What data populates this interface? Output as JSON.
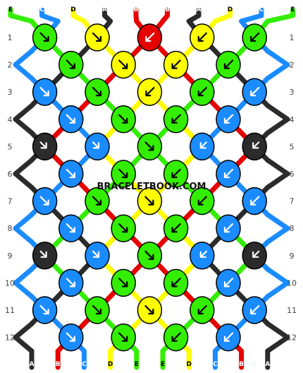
{
  "watermark": "BRACELETBOOK.COM",
  "colors": {
    "A": "#2b2b2b",
    "B": "#e60000",
    "C": "#1a8cff",
    "D": "#ffff00",
    "E": "#33ee00"
  },
  "top_strings": [
    "E",
    "C",
    "D",
    "A",
    "B",
    "B",
    "A",
    "D",
    "C",
    "E"
  ],
  "bottom_strings": [
    "A",
    "B",
    "C",
    "D",
    "E",
    "E",
    "D",
    "C",
    "B",
    "A"
  ],
  "row_labels": [
    "1",
    "2",
    "3",
    "4",
    "5",
    "6",
    "7",
    "8",
    "9",
    "10",
    "11",
    "12"
  ],
  "knot_rows": [
    {
      "knots": [
        {
          "c": "E",
          "k": "f"
        },
        {
          "c": "D",
          "k": "f"
        },
        {
          "c": "B",
          "k": "b"
        },
        {
          "c": "D",
          "k": "b"
        },
        {
          "c": "E",
          "k": "b"
        }
      ]
    },
    {
      "knots": [
        {
          "c": "E",
          "k": "f"
        },
        {
          "c": "D",
          "k": "f"
        },
        {
          "c": "D",
          "k": "b"
        },
        {
          "c": "E",
          "k": "b"
        }
      ]
    },
    {
      "knots": [
        {
          "c": "C",
          "k": "f"
        },
        {
          "c": "E",
          "k": "f"
        },
        {
          "c": "D",
          "k": "b"
        },
        {
          "c": "E",
          "k": "b"
        },
        {
          "c": "C",
          "k": "b"
        }
      ]
    },
    {
      "knots": [
        {
          "c": "C",
          "k": "f"
        },
        {
          "c": "E",
          "k": "f"
        },
        {
          "c": "E",
          "k": "b"
        },
        {
          "c": "C",
          "k": "b"
        }
      ]
    },
    {
      "knots": [
        {
          "c": "A",
          "k": "fb"
        },
        {
          "c": "C",
          "k": "fb"
        },
        {
          "c": "E",
          "k": "f"
        },
        {
          "c": "C",
          "k": "bf"
        },
        {
          "c": "A",
          "k": "bf"
        }
      ]
    },
    {
      "knots": [
        {
          "c": "C",
          "k": "f"
        },
        {
          "c": "E",
          "k": "f"
        },
        {
          "c": "E",
          "k": "b"
        },
        {
          "c": "C",
          "k": "b"
        }
      ]
    },
    {
      "knots": [
        {
          "c": "C",
          "k": "f"
        },
        {
          "c": "E",
          "k": "f"
        },
        {
          "c": "D",
          "k": "f"
        },
        {
          "c": "E",
          "k": "b"
        },
        {
          "c": "C",
          "k": "b"
        }
      ]
    },
    {
      "knots": [
        {
          "c": "C",
          "k": "f"
        },
        {
          "c": "E",
          "k": "f"
        },
        {
          "c": "E",
          "k": "b"
        },
        {
          "c": "C",
          "k": "b"
        }
      ]
    },
    {
      "knots": [
        {
          "c": "A",
          "k": "fb"
        },
        {
          "c": "C",
          "k": "fb"
        },
        {
          "c": "E",
          "k": "f"
        },
        {
          "c": "C",
          "k": "bf"
        },
        {
          "c": "A",
          "k": "bf"
        }
      ]
    },
    {
      "knots": [
        {
          "c": "C",
          "k": "f"
        },
        {
          "c": "E",
          "k": "f"
        },
        {
          "c": "E",
          "k": "b"
        },
        {
          "c": "C",
          "k": "b"
        }
      ]
    },
    {
      "knots": [
        {
          "c": "C",
          "k": "f"
        },
        {
          "c": "E",
          "k": "f"
        },
        {
          "c": "D",
          "k": "f"
        },
        {
          "c": "E",
          "k": "b"
        },
        {
          "c": "C",
          "k": "b"
        }
      ]
    },
    {
      "knots": [
        {
          "c": "C",
          "k": "f"
        },
        {
          "c": "E",
          "k": "f"
        },
        {
          "c": "E",
          "k": "b"
        },
        {
          "c": "C",
          "k": "b"
        }
      ]
    }
  ]
}
